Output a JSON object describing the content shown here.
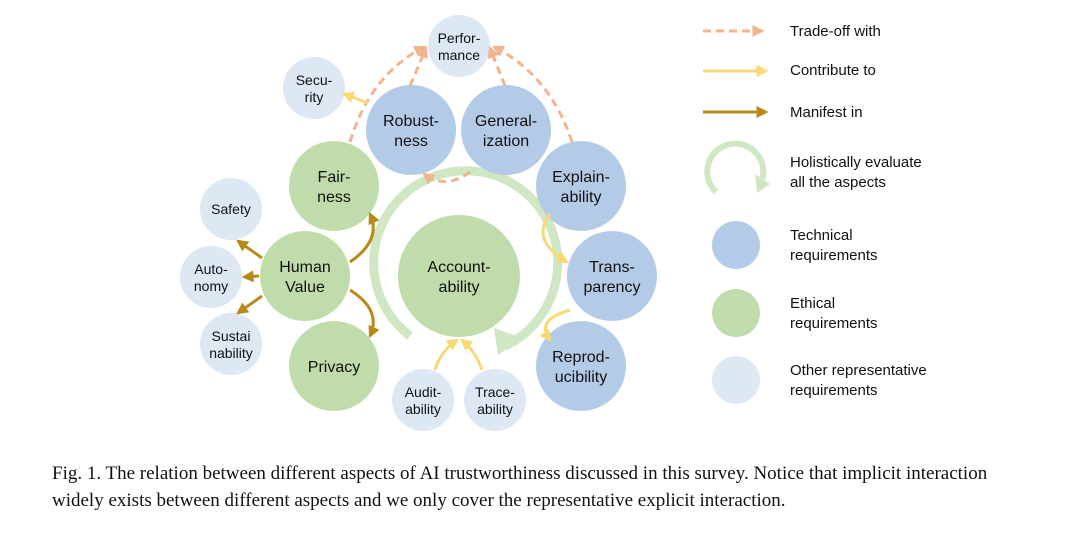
{
  "nodes": {
    "performance": [
      "Perfor-",
      "mance"
    ],
    "security": [
      "Secu-",
      "rity"
    ],
    "robustness": [
      "Robust-",
      "ness"
    ],
    "generalization": [
      "General-",
      "ization"
    ],
    "fairness": [
      "Fair-",
      "ness"
    ],
    "explainability": [
      "Explain-",
      "ability"
    ],
    "safety": [
      "Safety"
    ],
    "human_value": [
      "Human",
      "Value"
    ],
    "autonomy": [
      "Auto-",
      "nomy"
    ],
    "accountability": [
      "Account-",
      "ability"
    ],
    "transparency": [
      "Trans-",
      "parency"
    ],
    "sustainability": [
      "Sustai",
      "nability"
    ],
    "privacy": [
      "Privacy"
    ],
    "reproducibility": [
      "Reprod-",
      "ucibility"
    ],
    "auditability": [
      "Audit-",
      "ability"
    ],
    "traceability": [
      "Trace-",
      "ability"
    ]
  },
  "legend": {
    "trade_off": "Trade-off with",
    "contribute": "Contribute to",
    "manifest": "Manifest in",
    "holistic": [
      "Holistically evaluate",
      "all the aspects"
    ],
    "technical": [
      "Technical",
      "requirements"
    ],
    "ethical": [
      "Ethical",
      "requirements"
    ],
    "other": [
      "Other representative",
      "requirements"
    ]
  },
  "colors": {
    "technical": "#b4cbe8",
    "ethical": "#bfdcaa",
    "other": "#dde8f4",
    "trade_off": "#f2b48e",
    "contribute": "#f8da74",
    "manifest": "#b88a1a",
    "holistic": "#cfe7c2"
  },
  "caption": "Fig. 1.  The relation between different aspects of AI trustworthiness discussed in this survey. Notice that implicit interaction widely exists between different aspects and we only cover the representative explicit interaction."
}
